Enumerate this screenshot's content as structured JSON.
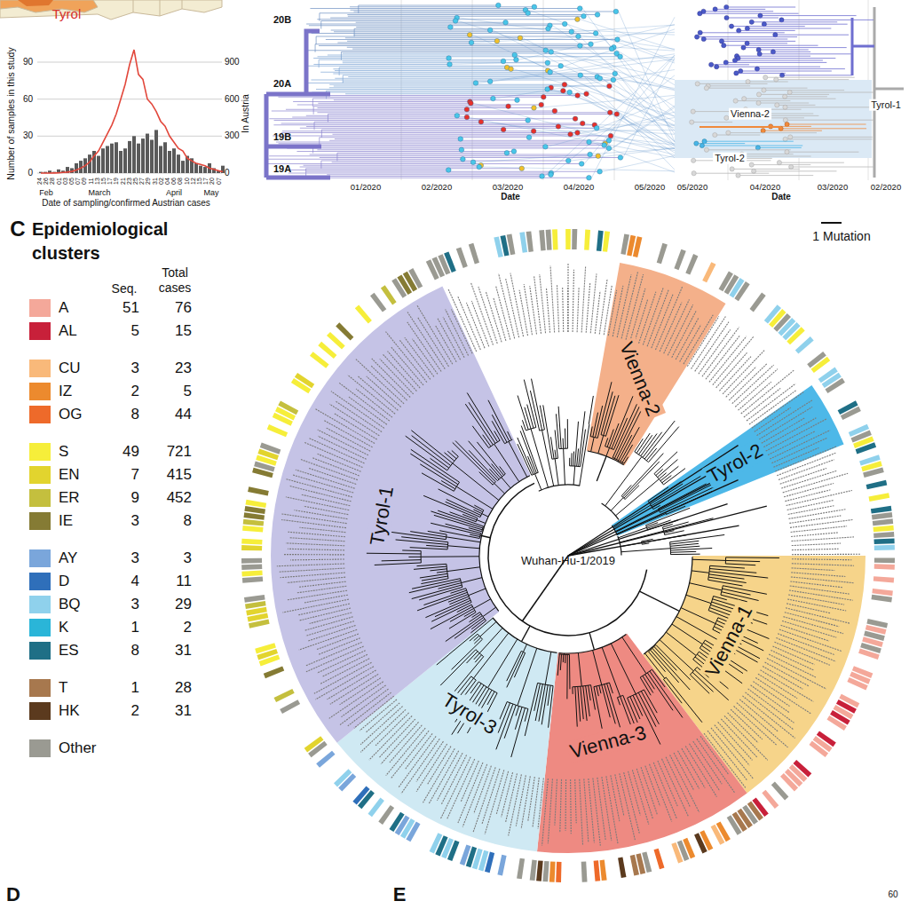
{
  "diagram": {
    "labels": [
      "Tyrol",
      "90",
      "60",
      "30",
      "0",
      "900",
      "600",
      "300",
      "0",
      "Number of samples in this study",
      "In Austria",
      "24",
      "26",
      "28",
      "01",
      "03",
      "05",
      "07",
      "09",
      "11",
      "13",
      "15",
      "17",
      "19",
      "21",
      "23",
      "25",
      "27",
      "29",
      "31",
      "02",
      "04",
      "06",
      "08",
      "10",
      "12",
      "15",
      "17",
      "20",
      "07",
      "Feb",
      "March",
      "April",
      "May",
      "Date of sampling/confirmed Austrian cases",
      "20B",
      "20A",
      "19B",
      "19A",
      "01/2020",
      "02/2020",
      "03/2020",
      "04/2020",
      "05/2020",
      "Date",
      "05/2020",
      "04/2020",
      "03/2020",
      "02/2020",
      "Date",
      "Tyrol-1",
      "Vienna-2",
      "Tyrol-2",
      "C",
      "Epidemiological clusters",
      "Seq.",
      "Total cases",
      "51",
      "76",
      "5",
      "15",
      "3",
      "23",
      "2",
      "5",
      "8",
      "44",
      "49",
      "721",
      "7",
      "415",
      "9",
      "452",
      "3",
      "8",
      "3",
      "3",
      "4",
      "11",
      "3",
      "29",
      "1",
      "2",
      "8",
      "31",
      "1",
      "28",
      "2",
      "31",
      "1 Mutation",
      "Wuhan-Hu-1/2019",
      "Vienna-2",
      "Tyrol-2",
      "Vienna-1",
      "Vienna-3",
      "Tyrol-3",
      "Tyrol-1",
      "D",
      "E",
      "60"
    ],
    "legend": [
      {
        "text": "A",
        "color": "#f4a89a"
      },
      {
        "text": "AL",
        "color": "#c8203a"
      },
      {
        "text": "CU",
        "color": "#f9b97a"
      },
      {
        "text": "IZ",
        "color": "#ec8a2e"
      },
      {
        "text": "OG",
        "color": "#ee6a2a"
      },
      {
        "text": "S",
        "color": "#f6ee3a"
      },
      {
        "text": "EN",
        "color": "#e2d42e"
      },
      {
        "text": "ER",
        "color": "#c4bf3e"
      },
      {
        "text": "IE",
        "color": "#857b34"
      },
      {
        "text": "AY",
        "color": "#7aa6db"
      },
      {
        "text": "D",
        "color": "#2f6fba"
      },
      {
        "text": "BQ",
        "color": "#8fd1ec"
      },
      {
        "text": "K",
        "color": "#2ab5d8"
      },
      {
        "text": "ES",
        "color": "#1f6f86"
      },
      {
        "text": "T",
        "color": "#a7784e"
      },
      {
        "text": "HK",
        "color": "#5b3a1e"
      },
      {
        "text": "Other",
        "color": "#9a9a92"
      }
    ]
  }
}
